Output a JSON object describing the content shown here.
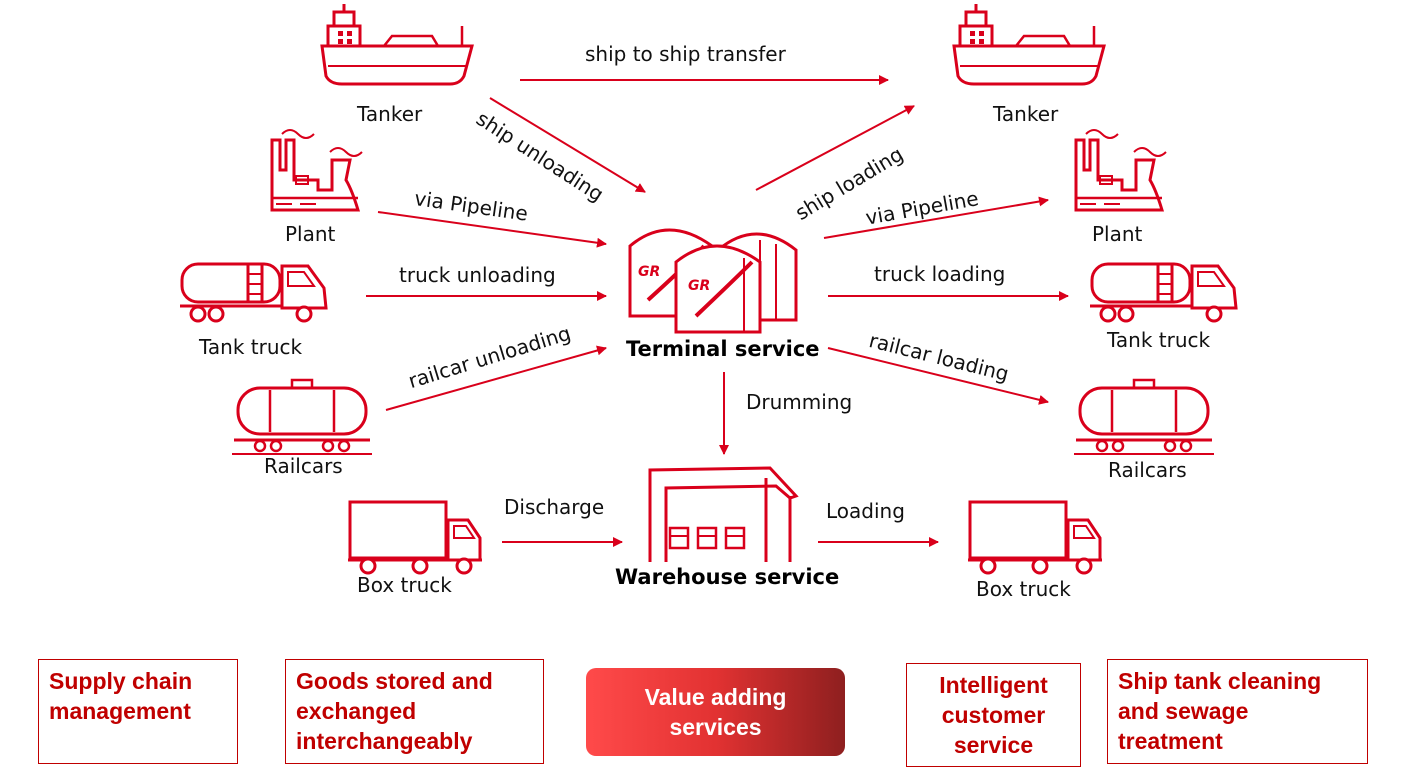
{
  "diagram": {
    "nodes": {
      "tanker_left": "Tanker",
      "plant_left": "Plant",
      "tank_truck_left": "Tank truck",
      "railcars_left": "Railcars",
      "box_truck_left": "Box truck",
      "tanker_right": "Tanker",
      "plant_right": "Plant",
      "tank_truck_right": "Tank truck",
      "railcars_right": "Railcars",
      "box_truck_right": "Box truck"
    },
    "hubs": {
      "terminal": "Terminal service",
      "warehouse": "Warehouse service"
    },
    "edges": {
      "ship_transfer": "ship to ship transfer",
      "ship_unloading": "ship unloading",
      "ship_loading": "ship loading",
      "pipeline_in": "via Pipeline",
      "pipeline_out": "via Pipeline",
      "truck_unloading": "truck unloading",
      "truck_loading": "truck loading",
      "railcar_unloading": "railcar unloading",
      "railcar_loading": "railcar loading",
      "drumming": "Drumming",
      "discharge": "Discharge",
      "loading": "Loading"
    },
    "tank_logo": "GR",
    "accent_color": "#d9001b"
  },
  "services": [
    "Supply chain management",
    "Goods stored and exchanged interchangeably",
    "Value adding services",
    "Intelligent customer service",
    "Ship tank cleaning and sewage treatment"
  ]
}
